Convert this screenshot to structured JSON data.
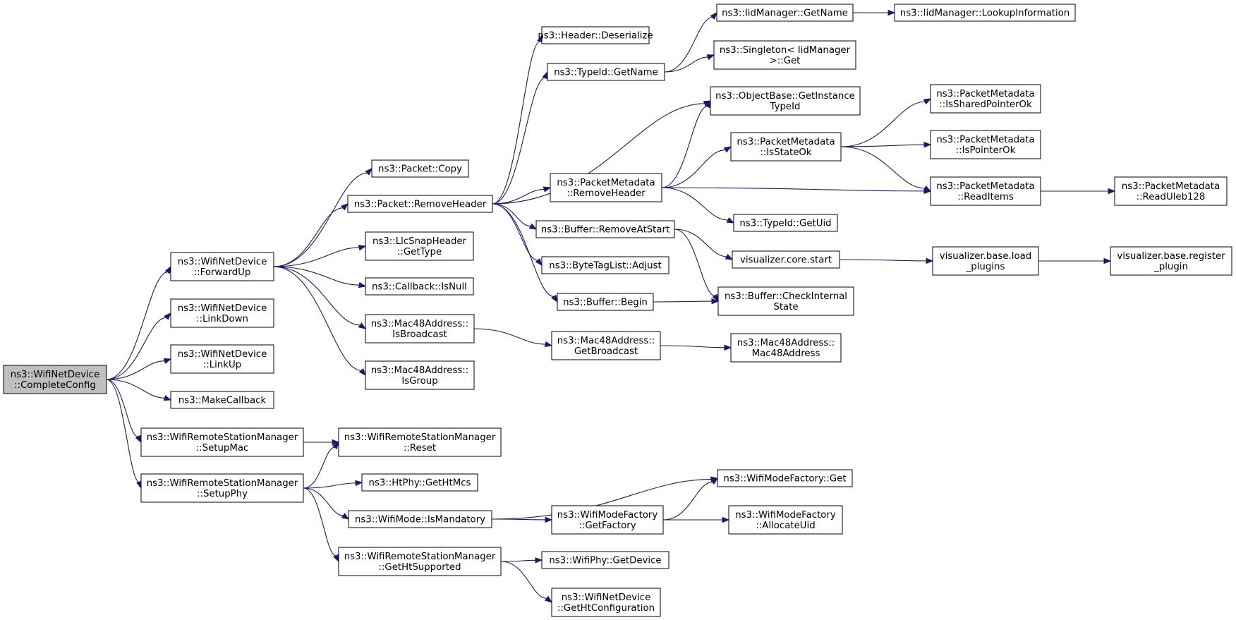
{
  "colors": {
    "edge": "#191970",
    "node_border": "#000000",
    "root_fill": "#bfbfbf",
    "node_fill": "#ffffff"
  },
  "nodes": [
    {
      "id": "root",
      "lines": [
        "ns3::WifiNetDevice",
        "::CompleteConfig"
      ],
      "root": true
    },
    {
      "id": "fwdup",
      "lines": [
        "ns3::WifiNetDevice",
        "::ForwardUp"
      ]
    },
    {
      "id": "linkdown",
      "lines": [
        "ns3::WifiNetDevice",
        "::LinkDown"
      ]
    },
    {
      "id": "linkup",
      "lines": [
        "ns3::WifiNetDevice",
        "::LinkUp"
      ]
    },
    {
      "id": "makecb",
      "lines": [
        "ns3::MakeCallback"
      ]
    },
    {
      "id": "setupmac",
      "lines": [
        "ns3::WifiRemoteStationManager",
        "::SetupMac"
      ]
    },
    {
      "id": "setupphy",
      "lines": [
        "ns3::WifiRemoteStationManager",
        "::SetupPhy"
      ]
    },
    {
      "id": "pcopy",
      "lines": [
        "ns3::Packet::Copy"
      ]
    },
    {
      "id": "premhdr",
      "lines": [
        "ns3::Packet::RemoveHeader"
      ]
    },
    {
      "id": "llcgettype",
      "lines": [
        "ns3::LlcSnapHeader",
        "::GetType"
      ]
    },
    {
      "id": "cbisnull",
      "lines": [
        "ns3::Callback::IsNull"
      ]
    },
    {
      "id": "macisbc",
      "lines": [
        "ns3::Mac48Address::",
        "IsBroadcast"
      ]
    },
    {
      "id": "macisgrp",
      "lines": [
        "ns3::Mac48Address::",
        "IsGroup"
      ]
    },
    {
      "id": "wrsmreset",
      "lines": [
        "ns3::WifiRemoteStationManager",
        "::Reset"
      ]
    },
    {
      "id": "htmcs",
      "lines": [
        "ns3::HtPhy::GetHtMcs"
      ]
    },
    {
      "id": "ismand",
      "lines": [
        "ns3::WifiMode::IsMandatory"
      ]
    },
    {
      "id": "gethtsup",
      "lines": [
        "ns3::WifiRemoteStationManager",
        "::GetHtSupported"
      ]
    },
    {
      "id": "hdrdeser",
      "lines": [
        "ns3::Header::Deserialize"
      ]
    },
    {
      "id": "tidgetname",
      "lines": [
        "ns3::TypeId::GetName"
      ]
    },
    {
      "id": "pmremhdr",
      "lines": [
        "ns3::PacketMetadata",
        "::RemoveHeader"
      ]
    },
    {
      "id": "bufremstart",
      "lines": [
        "ns3::Buffer::RemoveAtStart"
      ]
    },
    {
      "id": "btladjust",
      "lines": [
        "ns3::ByteTagList::Adjust"
      ]
    },
    {
      "id": "bufbegin",
      "lines": [
        "ns3::Buffer::Begin"
      ]
    },
    {
      "id": "getbc",
      "lines": [
        "ns3::Mac48Address::",
        "GetBroadcast"
      ]
    },
    {
      "id": "wmfget",
      "lines": [
        "ns3::WifiModeFactory::Get"
      ]
    },
    {
      "id": "wmfgetfac",
      "lines": [
        "ns3::WifiModeFactory",
        "::GetFactory"
      ]
    },
    {
      "id": "phygetdev",
      "lines": [
        "ns3::WifiPhy::GetDevice"
      ]
    },
    {
      "id": "gethtconf",
      "lines": [
        "ns3::WifiNetDevice",
        "::GetHtConfiguration"
      ]
    },
    {
      "id": "iidgetname",
      "lines": [
        "ns3::IidManager::GetName"
      ]
    },
    {
      "id": "singleton",
      "lines": [
        "ns3::Singleton< IidManager",
        ">::Get"
      ]
    },
    {
      "id": "objgetinst",
      "lines": [
        "ns3::ObjectBase::GetInstance",
        "TypeId"
      ]
    },
    {
      "id": "pmisstate",
      "lines": [
        "ns3::PacketMetadata",
        "::IsStateOk"
      ]
    },
    {
      "id": "tidgetuid",
      "lines": [
        "ns3::TypeId::GetUid"
      ]
    },
    {
      "id": "vizstart",
      "lines": [
        "visualizer.core.start"
      ]
    },
    {
      "id": "bufcheck",
      "lines": [
        "ns3::Buffer::CheckInternal",
        "State"
      ]
    },
    {
      "id": "mac48",
      "lines": [
        "ns3::Mac48Address::",
        "Mac48Address"
      ]
    },
    {
      "id": "wmfalloc",
      "lines": [
        "ns3::WifiModeFactory",
        "::AllocateUid"
      ]
    },
    {
      "id": "iidlookup",
      "lines": [
        "ns3::IidManager::LookupInformation"
      ]
    },
    {
      "id": "pmisshared",
      "lines": [
        "ns3::PacketMetadata",
        "::IsSharedPointerOk"
      ]
    },
    {
      "id": "pmisptr",
      "lines": [
        "ns3::PacketMetadata",
        "::IsPointerOk"
      ]
    },
    {
      "id": "pmreaditems",
      "lines": [
        "ns3::PacketMetadata",
        "::ReadItems"
      ]
    },
    {
      "id": "vizload",
      "lines": [
        "visualizer.base.load",
        "_plugins"
      ]
    },
    {
      "id": "pmuleb",
      "lines": [
        "ns3::PacketMetadata",
        "::ReadUleb128"
      ]
    },
    {
      "id": "vizreg",
      "lines": [
        "visualizer.base.register",
        "_plugin"
      ]
    }
  ],
  "edges": [
    [
      "root",
      "fwdup"
    ],
    [
      "root",
      "linkdown"
    ],
    [
      "root",
      "linkup"
    ],
    [
      "root",
      "makecb"
    ],
    [
      "root",
      "setupmac"
    ],
    [
      "root",
      "setupphy"
    ],
    [
      "fwdup",
      "pcopy"
    ],
    [
      "fwdup",
      "premhdr"
    ],
    [
      "fwdup",
      "llcgettype"
    ],
    [
      "fwdup",
      "cbisnull"
    ],
    [
      "fwdup",
      "macisbc"
    ],
    [
      "fwdup",
      "macisgrp"
    ],
    [
      "setupmac",
      "wrsmreset"
    ],
    [
      "setupphy",
      "wrsmreset"
    ],
    [
      "setupphy",
      "htmcs"
    ],
    [
      "setupphy",
      "ismand"
    ],
    [
      "setupphy",
      "gethtsup"
    ],
    [
      "premhdr",
      "hdrdeser"
    ],
    [
      "premhdr",
      "tidgetname"
    ],
    [
      "premhdr",
      "objgetinst"
    ],
    [
      "premhdr",
      "pmremhdr"
    ],
    [
      "premhdr",
      "bufremstart"
    ],
    [
      "premhdr",
      "btladjust"
    ],
    [
      "premhdr",
      "bufbegin"
    ],
    [
      "tidgetname",
      "iidgetname"
    ],
    [
      "tidgetname",
      "singleton"
    ],
    [
      "iidgetname",
      "iidlookup"
    ],
    [
      "pmremhdr",
      "objgetinst"
    ],
    [
      "pmremhdr",
      "pmisstate"
    ],
    [
      "pmremhdr",
      "pmreaditems"
    ],
    [
      "pmremhdr",
      "tidgetuid"
    ],
    [
      "pmisstate",
      "pmisshared"
    ],
    [
      "pmisstate",
      "pmisptr"
    ],
    [
      "pmisstate",
      "pmreaditems"
    ],
    [
      "pmreaditems",
      "pmuleb"
    ],
    [
      "bufremstart",
      "vizstart"
    ],
    [
      "bufremstart",
      "bufcheck"
    ],
    [
      "vizstart",
      "vizload"
    ],
    [
      "vizload",
      "vizreg"
    ],
    [
      "bufbegin",
      "bufcheck"
    ],
    [
      "macisbc",
      "getbc"
    ],
    [
      "getbc",
      "mac48"
    ],
    [
      "ismand",
      "wmfget"
    ],
    [
      "ismand",
      "wmfgetfac"
    ],
    [
      "wmfgetfac",
      "wmfget"
    ],
    [
      "wmfgetfac",
      "wmfalloc"
    ],
    [
      "gethtsup",
      "phygetdev"
    ],
    [
      "gethtsup",
      "gethtconf"
    ]
  ]
}
